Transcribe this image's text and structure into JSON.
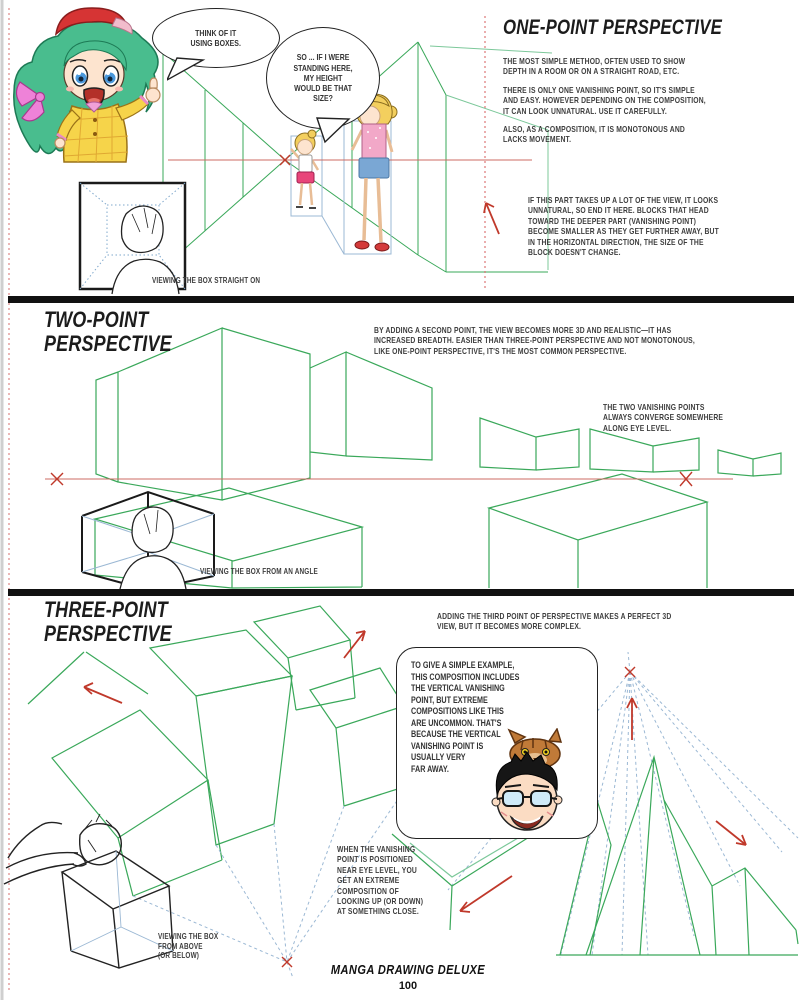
{
  "page": {
    "footer_title": "MANGA DRAWING DELUXE",
    "page_number": "100"
  },
  "colors": {
    "construction_green": "#3aa85a",
    "light_green": "#7cc89a",
    "red_accent": "#c0392b",
    "horizon_red": "#cc6b63",
    "construction_blue": "#9bb8d4",
    "ink": "#222222"
  },
  "s1": {
    "title": "ONE-POINT PERSPECTIVE",
    "bubble1": "THINK OF IT\nUSING BOXES.",
    "bubble2": "SO ... IF I WERE\nSTANDING HERE,\nMY HEIGHT\nWOULD BE THAT\nSIZE?",
    "para1": "THE MOST SIMPLE METHOD, OFTEN USED TO SHOW\nDEPTH IN A ROOM OR ON A STRAIGHT ROAD, ETC.",
    "para2": "THERE IS ONLY ONE VANISHING POINT, SO IT'S SIMPLE\nAND EASY. HOWEVER DEPENDING ON THE COMPOSITION,\nIT CAN LOOK UNNATURAL. USE IT CAREFULLY.",
    "para3": "ALSO, AS A COMPOSITION, IT IS MONOTONOUS AND\nLACKS MOVEMENT.",
    "note": "IF THIS PART TAKES UP A LOT OF THE VIEW, IT LOOKS\nUNNATURAL, SO END IT HERE. BLOCKS THAT HEAD\nTOWARD THE DEEPER PART (VANISHING POINT)\nBECOME SMALLER AS THEY GET FURTHER AWAY, BUT\nIN THE HORIZONTAL DIRECTION, THE SIZE OF THE\nBLOCK DOESN'T CHANGE.",
    "caption": "VIEWING THE BOX STRAIGHT ON"
  },
  "s2": {
    "title": "TWO-POINT\nPERSPECTIVE",
    "intro": "BY ADDING A SECOND POINT, THE VIEW BECOMES MORE 3D AND REALISTIC—IT HAS\nINCREASED BREADTH. EASIER THAN THREE-POINT PERSPECTIVE AND NOT MONOTONOUS,\nLIKE ONE-POINT PERSPECTIVE, IT'S THE MOST COMMON PERSPECTIVE.",
    "note": "THE TWO VANISHING POINTS\nALWAYS CONVERGE SOMEWHERE\nALONG EYE LEVEL.",
    "caption": "VIEWING THE BOX FROM AN ANGLE"
  },
  "s3": {
    "title": "THREE-POINT\nPERSPECTIVE",
    "intro": "ADDING THE THIRD POINT OF PERSPECTIVE MAKES A PERFECT 3D\nVIEW, BUT IT BECOMES MORE COMPLEX.",
    "panel_text": "TO GIVE A SIMPLE EXAMPLE,\nTHIS COMPOSITION INCLUDES\nTHE VERTICAL VANISHING\nPOINT, BUT EXTREME\nCOMPOSITIONS LIKE THIS\nARE UNCOMMON. THAT'S\nBECAUSE THE VERTICAL\nVANISHING POINT IS\nUSUALLY VERY\nFAR AWAY.",
    "note": "WHEN THE VANISHING\nPOINT IS POSITIONED\nNEAR EYE LEVEL, YOU\nGET AN EXTREME\nCOMPOSITION OF\nLOOKING UP (OR DOWN)\nAT SOMETHING CLOSE.",
    "caption": "VIEWING THE BOX\nFROM ABOVE\n(OR BELOW)"
  }
}
